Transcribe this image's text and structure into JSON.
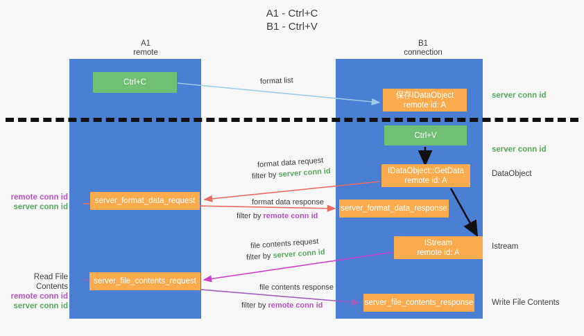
{
  "title": "A1 - Ctrl+C\nB1 - Ctrl+V",
  "columns": {
    "left": "A1\nremote",
    "right": "B1\nconnection"
  },
  "nodes": {
    "ctrl_c": "Ctrl+C",
    "save_idataobject": "保存IDataObject\nremote id: A",
    "ctrl_v": "Ctrl+V",
    "getdata": "IDataObject::GetData\nremote id: A",
    "istream": "IStream\nremote id: A",
    "server_format_data_request": "server_format_data_request",
    "server_format_data_response": "server_format_data_response",
    "server_file_contents_request": "server_file_contents_request",
    "server_file_contents_response": "server_file_contents_response"
  },
  "right_notes": {
    "server_conn_id_top": "server conn id",
    "server_conn_id_mid": "server conn id",
    "dataobject": "DataObject",
    "istream": "Istream",
    "write_file_contents": "Write File Contents"
  },
  "left_notes": {
    "remote_conn_id_1": "remote conn id",
    "server_conn_id_1": "server conn id",
    "read_file_contents": "Read File Contents",
    "remote_conn_id_2": "remote conn id",
    "server_conn_id_2": "server conn id"
  },
  "edge_labels": {
    "format_list": "format list",
    "format_data_request": "format data request",
    "format_data_request_filter_prefix": "filter by ",
    "format_data_request_filter_key": "server conn id",
    "format_data_response": "format data response",
    "format_data_response_filter_prefix": "filter by ",
    "format_data_response_filter_key": "remote conn id",
    "file_contents_request": "file contents request",
    "file_contents_request_filter_prefix": "filter by ",
    "file_contents_request_filter_key": "server conn id",
    "file_contents_response": "file contents response",
    "file_contents_response_filter_prefix": "filter by ",
    "file_contents_response_filter_key": "remote conn id"
  },
  "colors": {
    "lane": "#4a7fd4",
    "node_orange": "#f9ab4d",
    "node_green": "#70bf73",
    "server_conn_id": "#58a862",
    "remote_conn_id": "#b852c8",
    "arrow_blue": "#9ecbe8",
    "arrow_red": "#ea6a62",
    "arrow_magenta": "#cc3fc9",
    "arrow_purple": "#a05fc0",
    "arrow_black": "#111111"
  }
}
